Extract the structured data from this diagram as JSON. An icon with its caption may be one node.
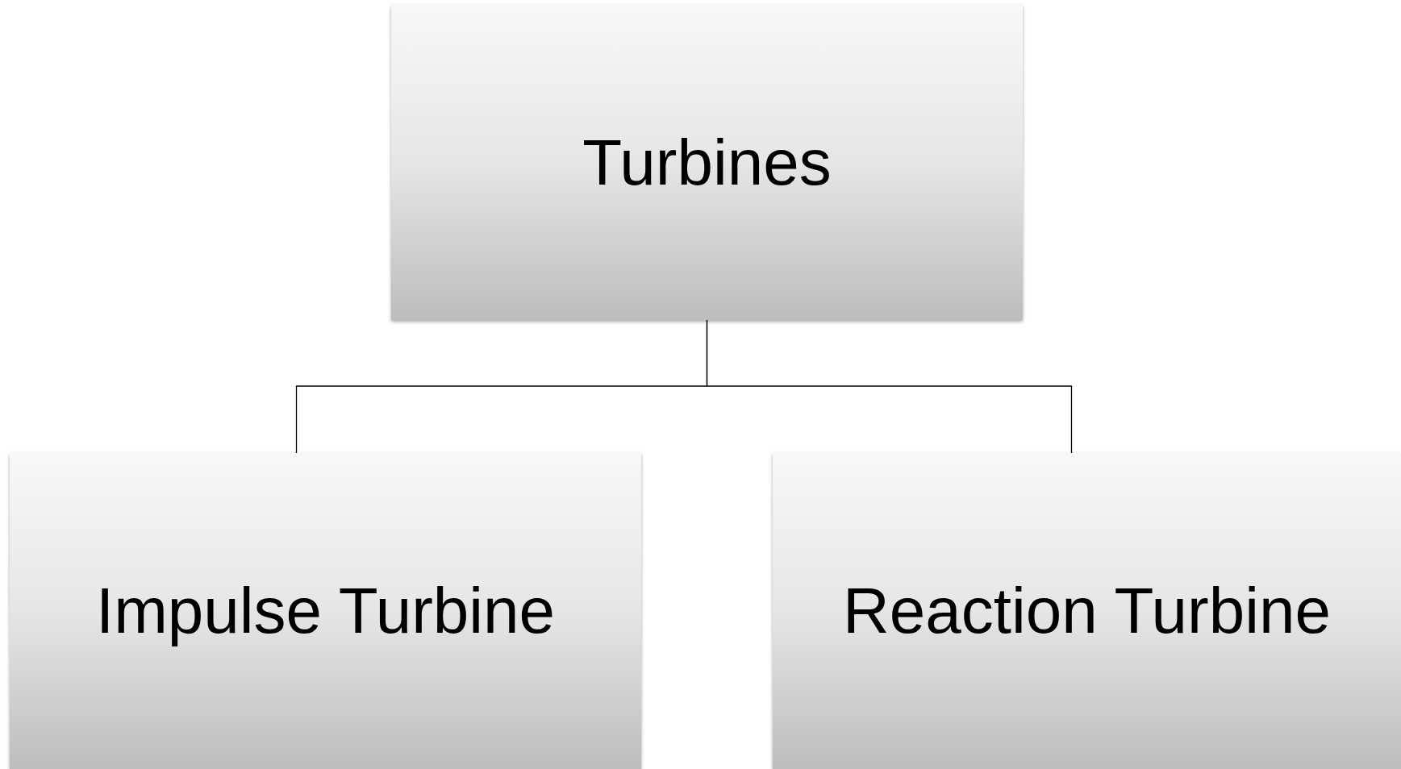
{
  "diagram": {
    "nodes": [
      {
        "text": [
          "Turbines"
        ]
      },
      {
        "text": [
          "Impulse Turbine"
        ]
      },
      {
        "text": [
          "Reaction Turbine"
        ]
      }
    ],
    "edges": [
      {
        "from": 0,
        "to": 1,
        "arrow": "none"
      },
      {
        "from": 0,
        "to": 2,
        "arrow": "none"
      }
    ]
  }
}
